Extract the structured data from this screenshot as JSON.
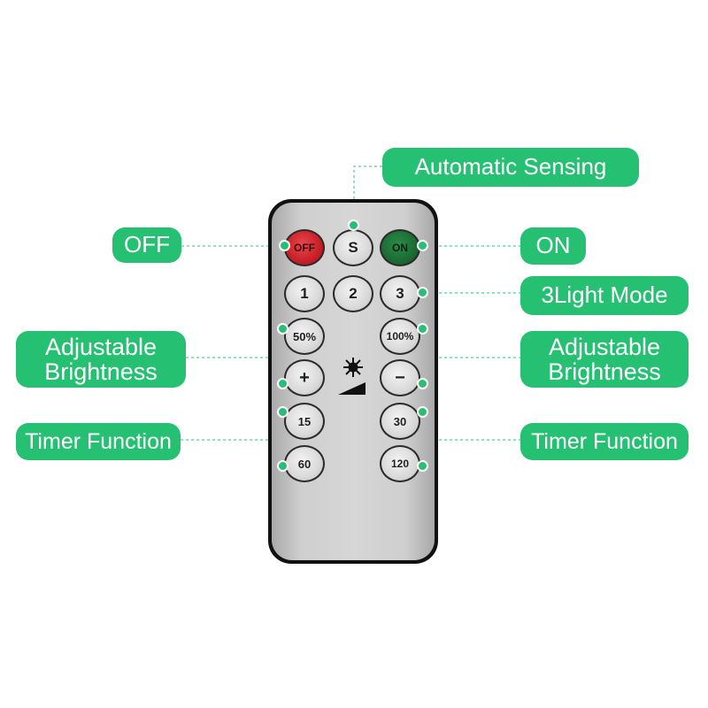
{
  "callouts": {
    "automatic_sensing": "Automatic Sensing",
    "off": "OFF",
    "on": "ON",
    "light_mode": "3Light Mode",
    "brightness_left_1": "Adjustable",
    "brightness_left_2": "Brightness",
    "brightness_right_1": "Adjustable",
    "brightness_right_2": "Brightness",
    "timer_left": "Timer Function",
    "timer_right": "Timer Function"
  },
  "remote": {
    "buttons": {
      "off": "OFF",
      "sensing": "S",
      "on": "ON",
      "mode_1": "1",
      "mode_2": "2",
      "mode_3": "3",
      "brightness_50": "50%",
      "brightness_100": "100%",
      "plus": "+",
      "minus": "−",
      "timer_15": "15",
      "timer_30": "30",
      "timer_60": "60",
      "timer_120": "120"
    },
    "brightness_icon": "sun-icon"
  },
  "colors": {
    "accent": "#25c072",
    "off_button": "#c91f27",
    "on_button": "#1b6b33"
  }
}
